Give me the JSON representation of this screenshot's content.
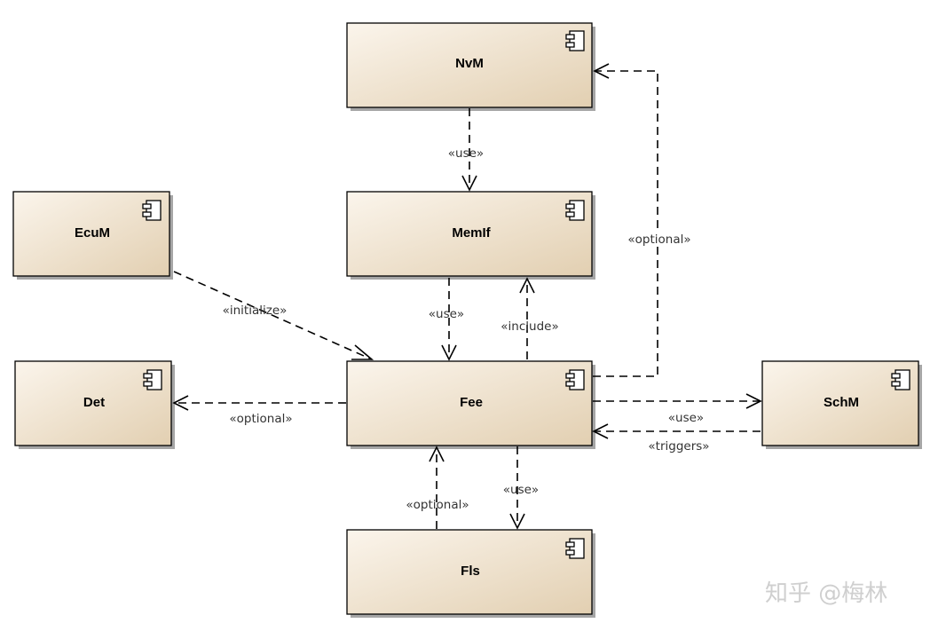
{
  "components": {
    "nvm": "NvM",
    "memif": "MemIf",
    "ecum": "EcuM",
    "det": "Det",
    "fee": "Fee",
    "schm": "SchM",
    "fls": "Fls"
  },
  "relations": {
    "nvm_to_memif": "«use»",
    "fee_to_memif_use": "«use»",
    "fee_to_memif_include": "«include»",
    "ecum_to_fee": "«initialize»",
    "fee_to_det": "«optional»",
    "fee_to_nvm": "«optional»",
    "fee_to_schm": "«use»",
    "schm_to_fee": "«triggers»",
    "fee_to_fls": "«use»",
    "fls_to_fee": "«optional»"
  },
  "colors": {
    "box_fill_light": "#f7efe2",
    "box_fill_dark": "#e4d2b6",
    "box_border": "#000000",
    "shadow": "#9a9a9a"
  },
  "icons": {
    "component": "uml-component-icon"
  },
  "watermark": "知乎 @梅林"
}
